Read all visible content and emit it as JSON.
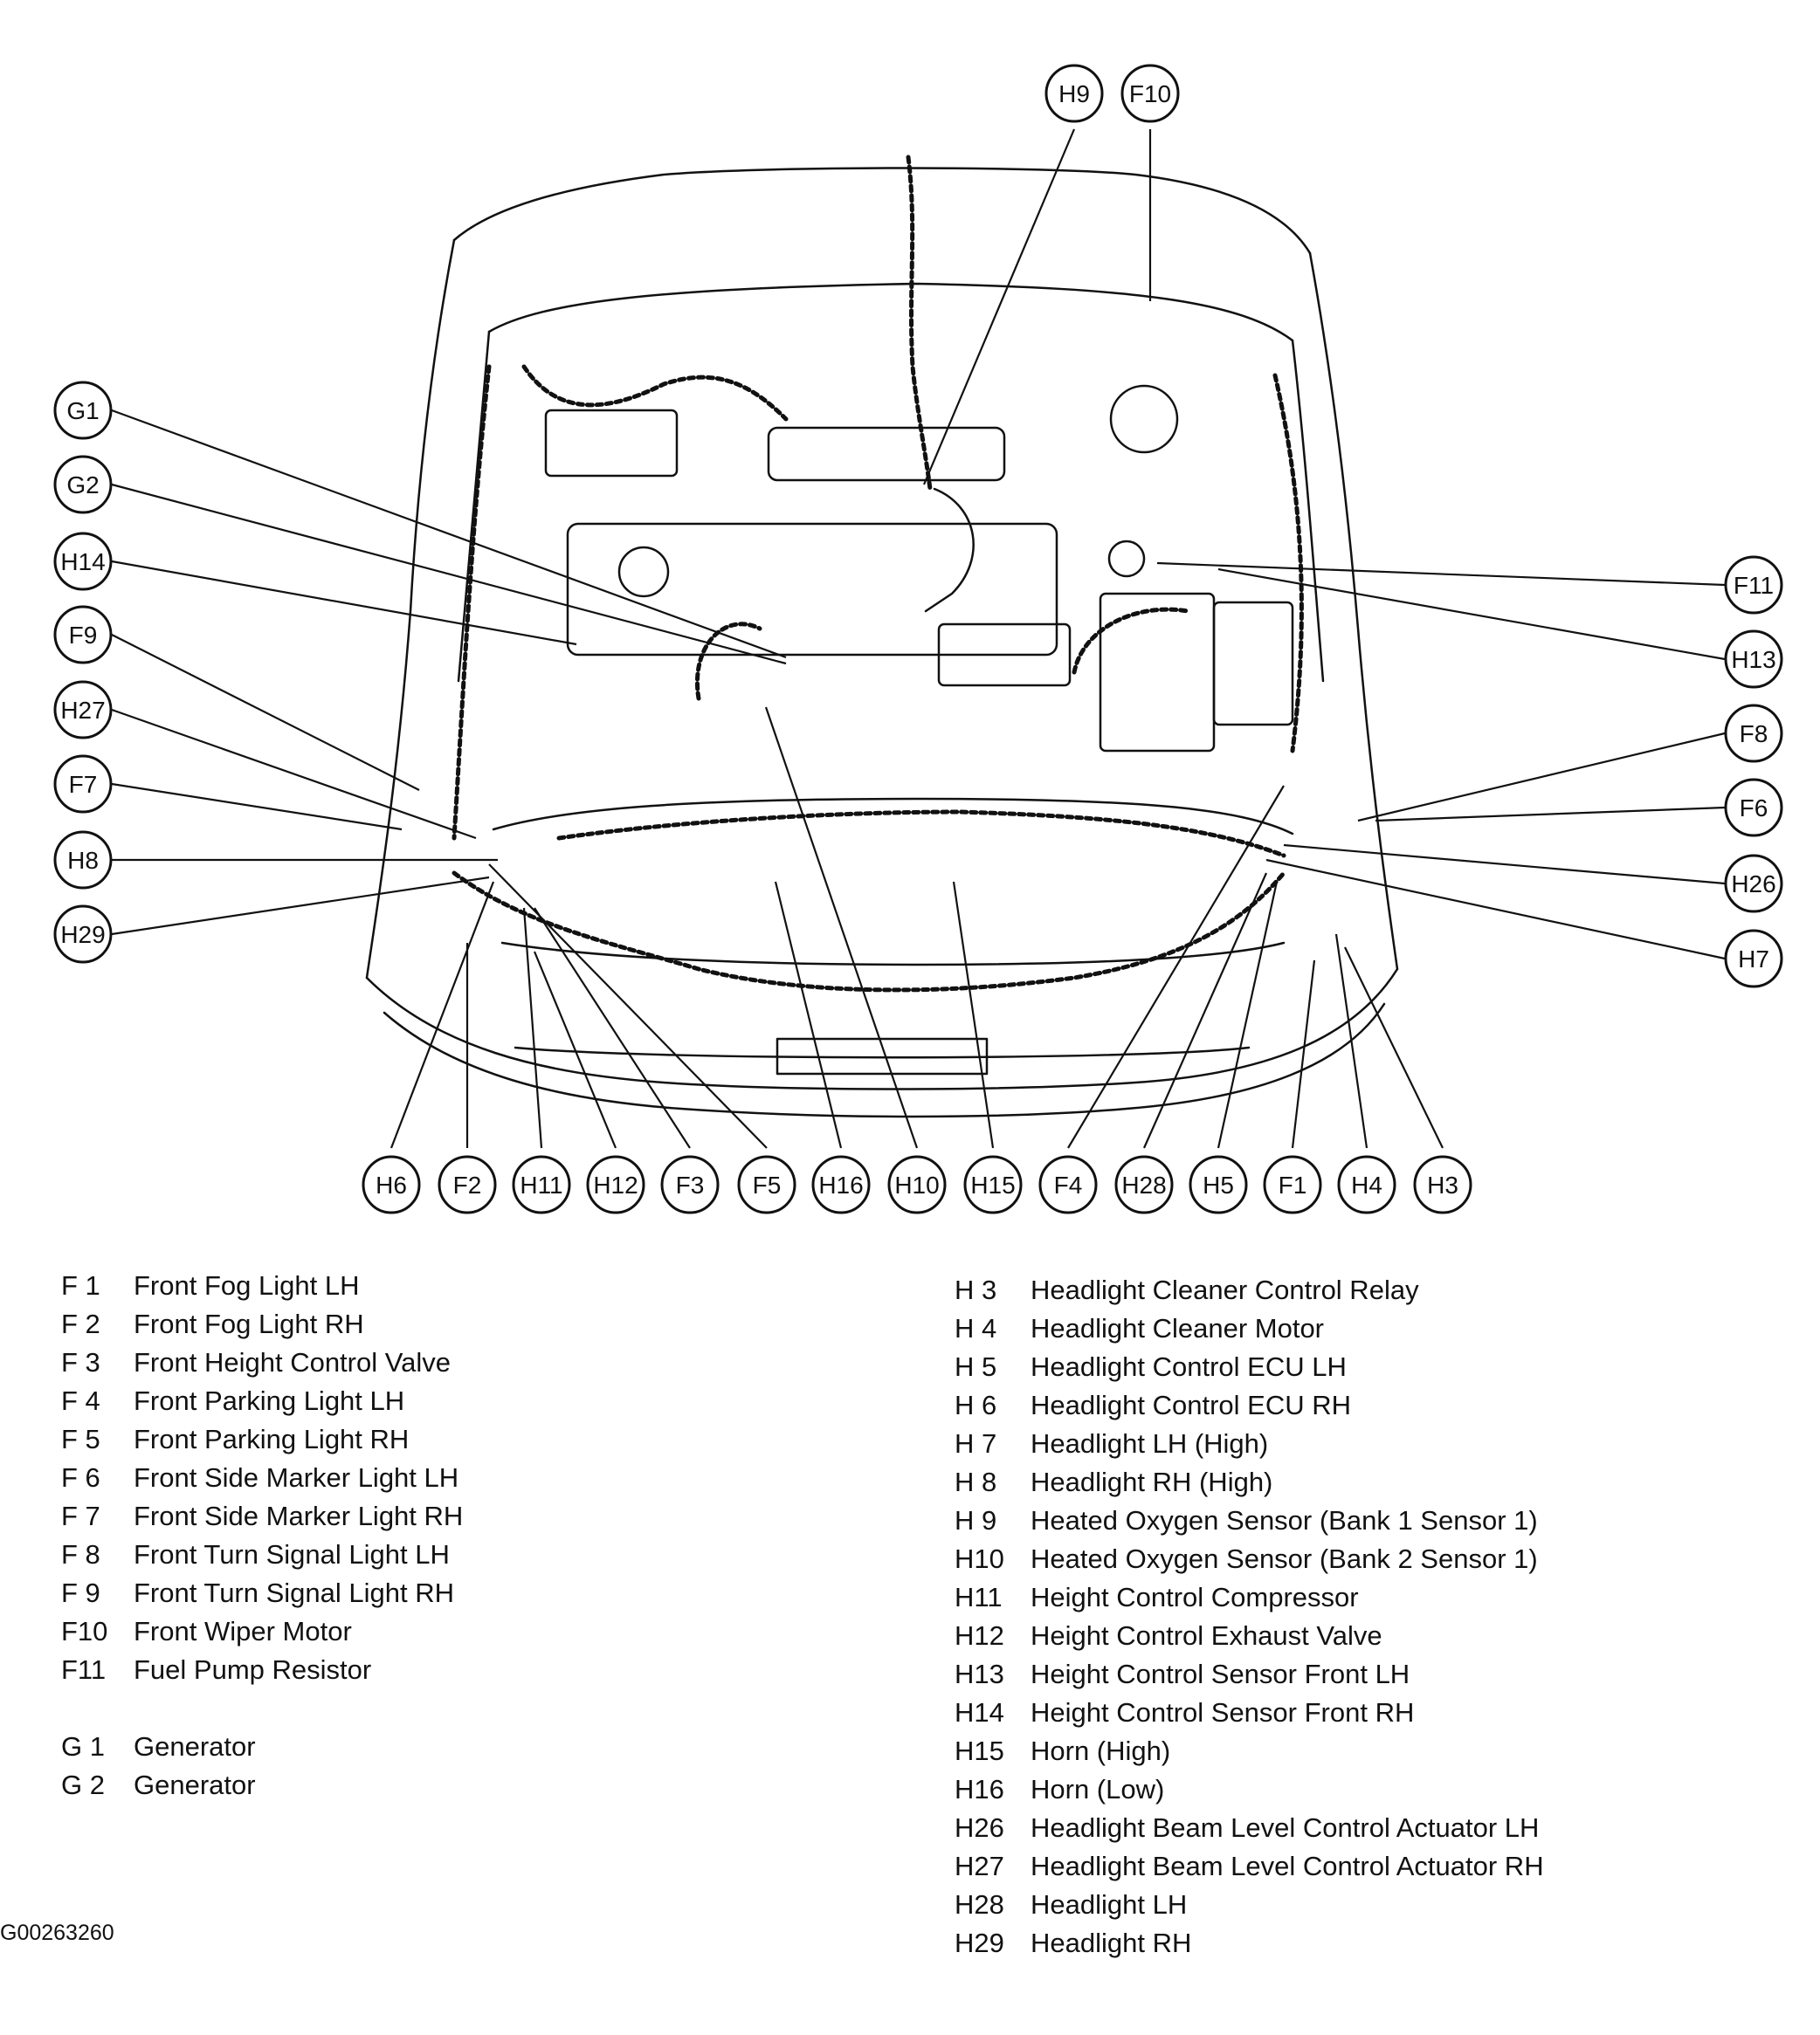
{
  "figure_id": "G00263260",
  "callouts": [
    {
      "id": "G1",
      "label": "G1"
    },
    {
      "id": "G2",
      "label": "G2"
    },
    {
      "id": "H14",
      "label": "H14"
    },
    {
      "id": "F9",
      "label": "F9"
    },
    {
      "id": "H27",
      "label": "H27"
    },
    {
      "id": "F7",
      "label": "F7"
    },
    {
      "id": "H8",
      "label": "H8"
    },
    {
      "id": "H29",
      "label": "H29"
    },
    {
      "id": "H9",
      "label": "H9"
    },
    {
      "id": "F10",
      "label": "F10"
    },
    {
      "id": "F11",
      "label": "F11"
    },
    {
      "id": "H13",
      "label": "H13"
    },
    {
      "id": "F8",
      "label": "F8"
    },
    {
      "id": "F6",
      "label": "F6"
    },
    {
      "id": "H26",
      "label": "H26"
    },
    {
      "id": "H7",
      "label": "H7"
    },
    {
      "id": "H6",
      "label": "H6"
    },
    {
      "id": "F2",
      "label": "F2"
    },
    {
      "id": "H11",
      "label": "H11"
    },
    {
      "id": "H12",
      "label": "H12"
    },
    {
      "id": "F3",
      "label": "F3"
    },
    {
      "id": "F5",
      "label": "F5"
    },
    {
      "id": "H16",
      "label": "H16"
    },
    {
      "id": "H10",
      "label": "H10"
    },
    {
      "id": "H15",
      "label": "H15"
    },
    {
      "id": "F4",
      "label": "F4"
    },
    {
      "id": "H28",
      "label": "H28"
    },
    {
      "id": "H5",
      "label": "H5"
    },
    {
      "id": "F1",
      "label": "F1"
    },
    {
      "id": "H4",
      "label": "H4"
    },
    {
      "id": "H3",
      "label": "H3"
    }
  ],
  "legend_left": [
    {
      "code": "F  1",
      "desc": "Front Fog Light LH"
    },
    {
      "code": "F  2",
      "desc": "Front Fog Light RH"
    },
    {
      "code": "F  3",
      "desc": "Front Height Control Valve"
    },
    {
      "code": "F  4",
      "desc": "Front Parking Light LH"
    },
    {
      "code": "F  5",
      "desc": "Front Parking Light RH"
    },
    {
      "code": "F  6",
      "desc": "Front Side Marker Light LH"
    },
    {
      "code": "F  7",
      "desc": "Front Side Marker Light RH"
    },
    {
      "code": "F  8",
      "desc": "Front Turn Signal Light LH"
    },
    {
      "code": "F  9",
      "desc": "Front Turn Signal Light RH"
    },
    {
      "code": "F10",
      "desc": "Front Wiper Motor"
    },
    {
      "code": "F11",
      "desc": "Fuel Pump Resistor"
    },
    {
      "code": "G  1",
      "desc": "Generator"
    },
    {
      "code": "G  2",
      "desc": "Generator"
    }
  ],
  "legend_right": [
    {
      "code": "H  3",
      "desc": "Headlight Cleaner Control Relay"
    },
    {
      "code": "H  4",
      "desc": "Headlight Cleaner Motor"
    },
    {
      "code": "H  5",
      "desc": "Headlight Control ECU LH"
    },
    {
      "code": "H  6",
      "desc": "Headlight Control ECU RH"
    },
    {
      "code": "H  7",
      "desc": "Headlight LH (High)"
    },
    {
      "code": "H  8",
      "desc": "Headlight RH (High)"
    },
    {
      "code": "H  9",
      "desc": "Heated Oxygen Sensor (Bank 1 Sensor 1)"
    },
    {
      "code": "H10",
      "desc": "Heated Oxygen Sensor (Bank 2 Sensor 1)"
    },
    {
      "code": "H11",
      "desc": "Height Control Compressor"
    },
    {
      "code": "H12",
      "desc": "Height Control Exhaust Valve"
    },
    {
      "code": "H13",
      "desc": "Height Control Sensor Front LH"
    },
    {
      "code": "H14",
      "desc": "Height Control Sensor Front RH"
    },
    {
      "code": "H15",
      "desc": "Horn (High)"
    },
    {
      "code": "H16",
      "desc": "Horn (Low)"
    },
    {
      "code": "H26",
      "desc": "Headlight Beam Level Control Actuator LH"
    },
    {
      "code": "H27",
      "desc": "Headlight Beam Level Control Actuator RH"
    },
    {
      "code": "H28",
      "desc": "Headlight LH"
    },
    {
      "code": "H29",
      "desc": "Headlight RH"
    }
  ]
}
